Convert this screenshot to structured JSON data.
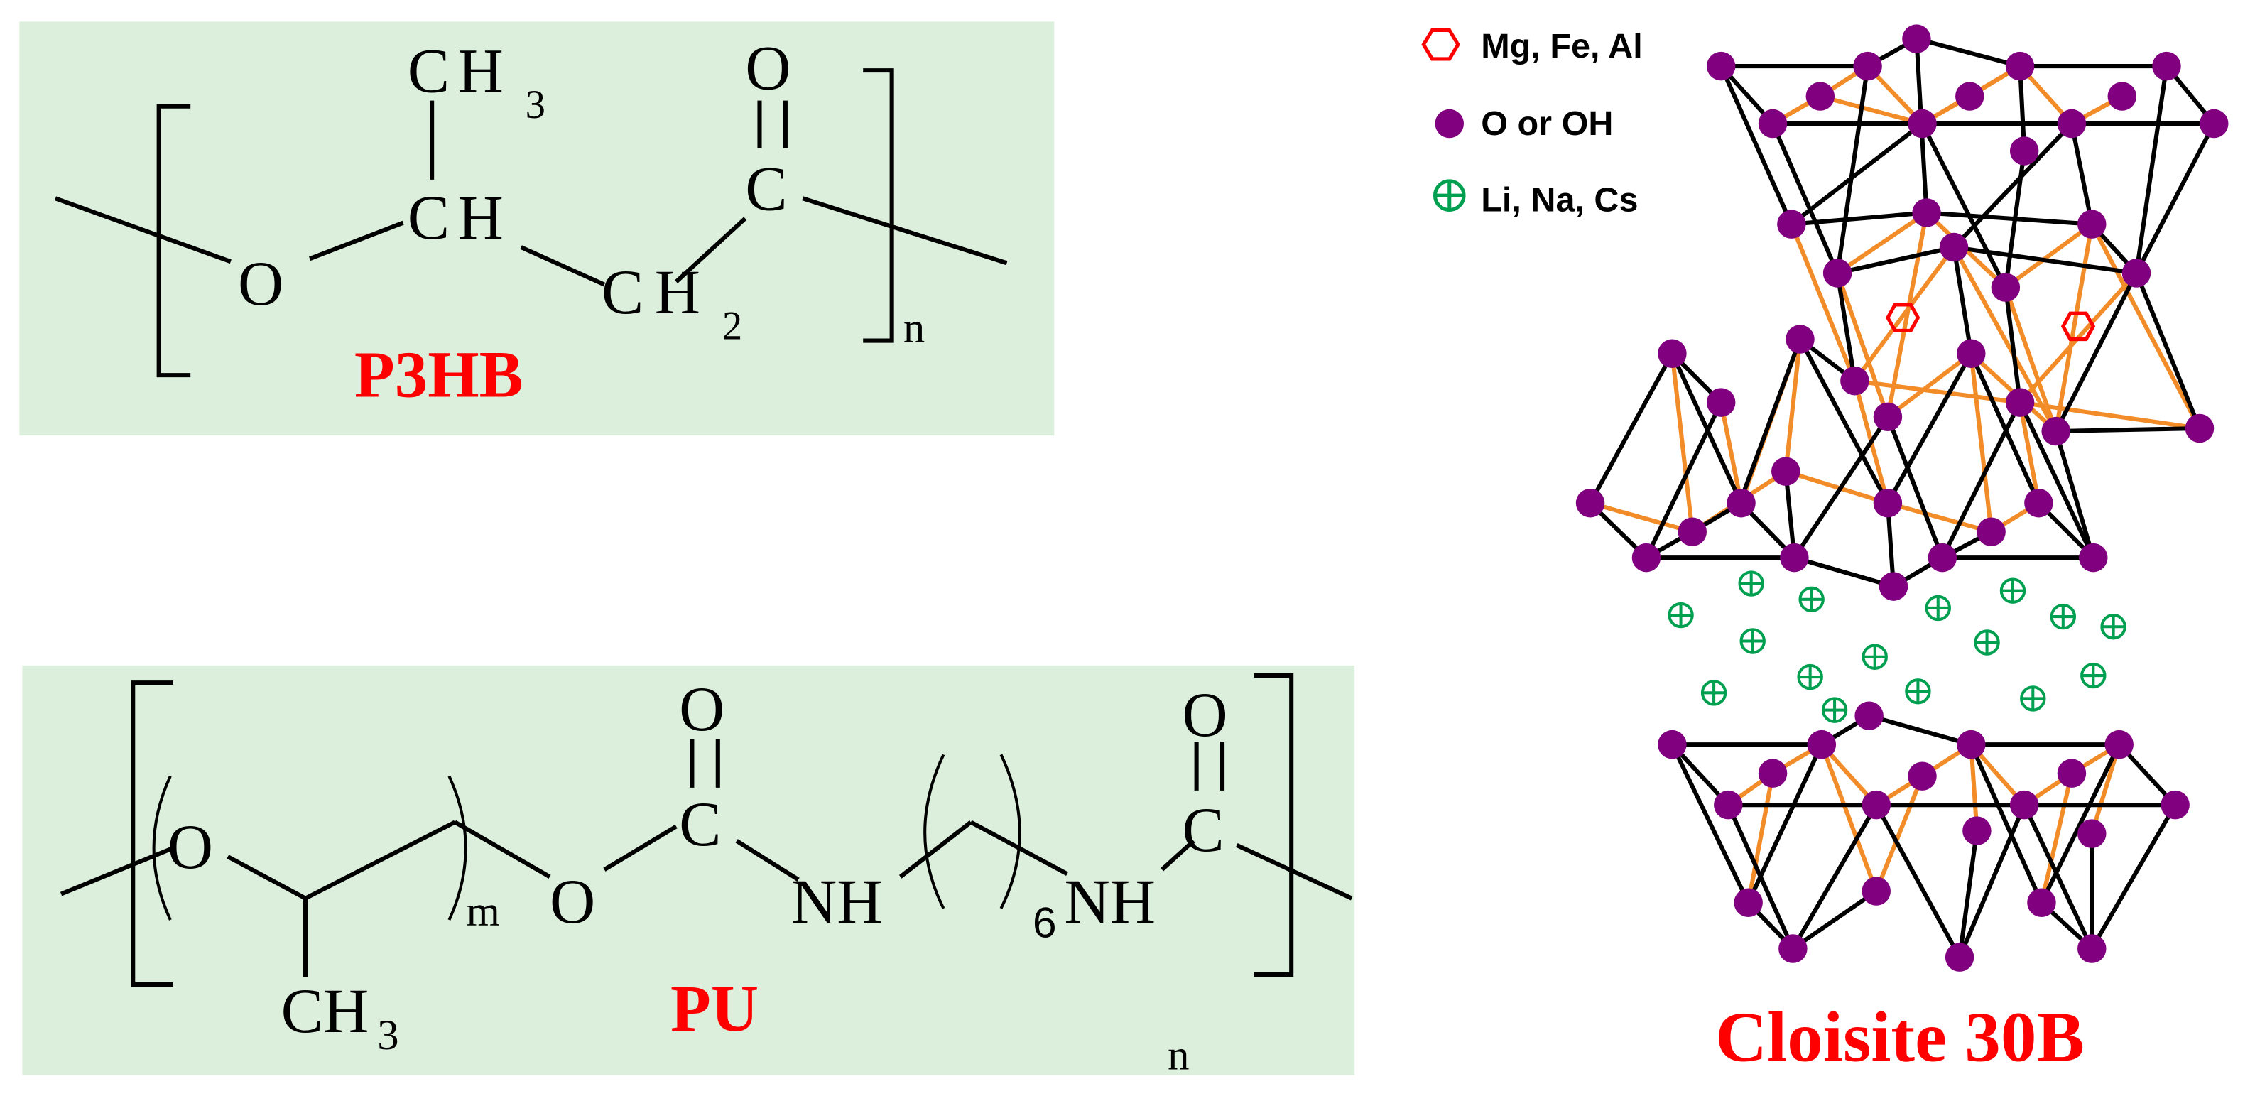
{
  "colors": {
    "panel_bg": "#dcefdc",
    "label_red": "#ff0000",
    "atom_purple": "#800080",
    "bond_orange": "#f28c28",
    "cation_green": "#00a050",
    "metal_red": "#ff0000",
    "bond_black": "#000000"
  },
  "p3hb": {
    "name": "P3HB",
    "atoms": {
      "ch3_c": "C",
      "ch3_h": "H",
      "ch3_sub": "3",
      "o_carbonyl": "O",
      "ch_c": "C",
      "ch_h": "H",
      "carbonyl_c": "C",
      "o_ether": "O",
      "ch2_c": "C",
      "ch2_h": "H",
      "ch2_sub": "2"
    },
    "repeat_subscript": "n"
  },
  "pu": {
    "name": "PU",
    "atoms": {
      "o_ether": "O",
      "o_link": "O",
      "o_carbonyl_1": "O",
      "carbonyl_c_1": "C",
      "nh_1": "NH",
      "o_carbonyl_2": "O",
      "carbonyl_c_2": "C",
      "nh_2": "NH",
      "ch3": "CH",
      "ch3_sub": "3",
      "methylene_count": "6"
    },
    "subscript_m": "m",
    "subscript_n": "n"
  },
  "legend": {
    "items": [
      {
        "symbol": "metal-hexagon-icon",
        "label": "Mg, Fe, Al"
      },
      {
        "symbol": "oxygen-dot-icon",
        "label": "O or OH"
      },
      {
        "symbol": "cation-circle-plus-icon",
        "label": "Li, Na, Cs"
      }
    ]
  },
  "clay": {
    "name": "Cloisite 30B"
  }
}
